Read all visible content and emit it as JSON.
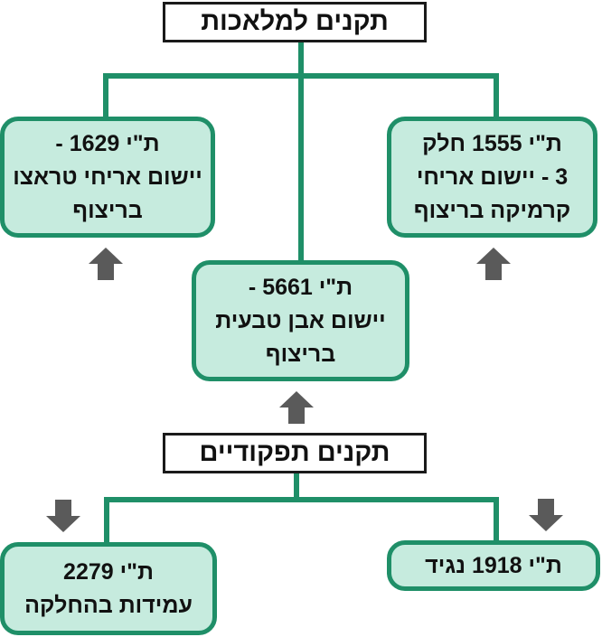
{
  "colors": {
    "line": "#1f8f68",
    "node_fill": "#c6ebde",
    "arrow": "#5a5a5a",
    "title_border": "#1a1a1a"
  },
  "top": {
    "title": "תקנים למלאכות",
    "children": [
      {
        "lines": [
          "ת\"י 1555 חלק",
          "3 - יישום אריחי",
          "קרמיקה בריצוף"
        ]
      },
      {
        "lines": [
          "ת\"י 5661 -",
          "יישום אבן טבעית",
          "בריצוף"
        ]
      },
      {
        "lines": [
          "ת\"י 1629 -",
          "יישום אריחי טראצו",
          "בריצוף"
        ]
      }
    ]
  },
  "bottom": {
    "title": "תקנים תפקודיים",
    "children": [
      {
        "lines": [
          "ת\"י 1918 נגיד"
        ]
      },
      {
        "lines": [
          "ת\"י 2279",
          "עמידות בהחלקה"
        ]
      }
    ]
  },
  "icons": {
    "up": "arrow-up-icon",
    "down": "arrow-down-icon"
  }
}
